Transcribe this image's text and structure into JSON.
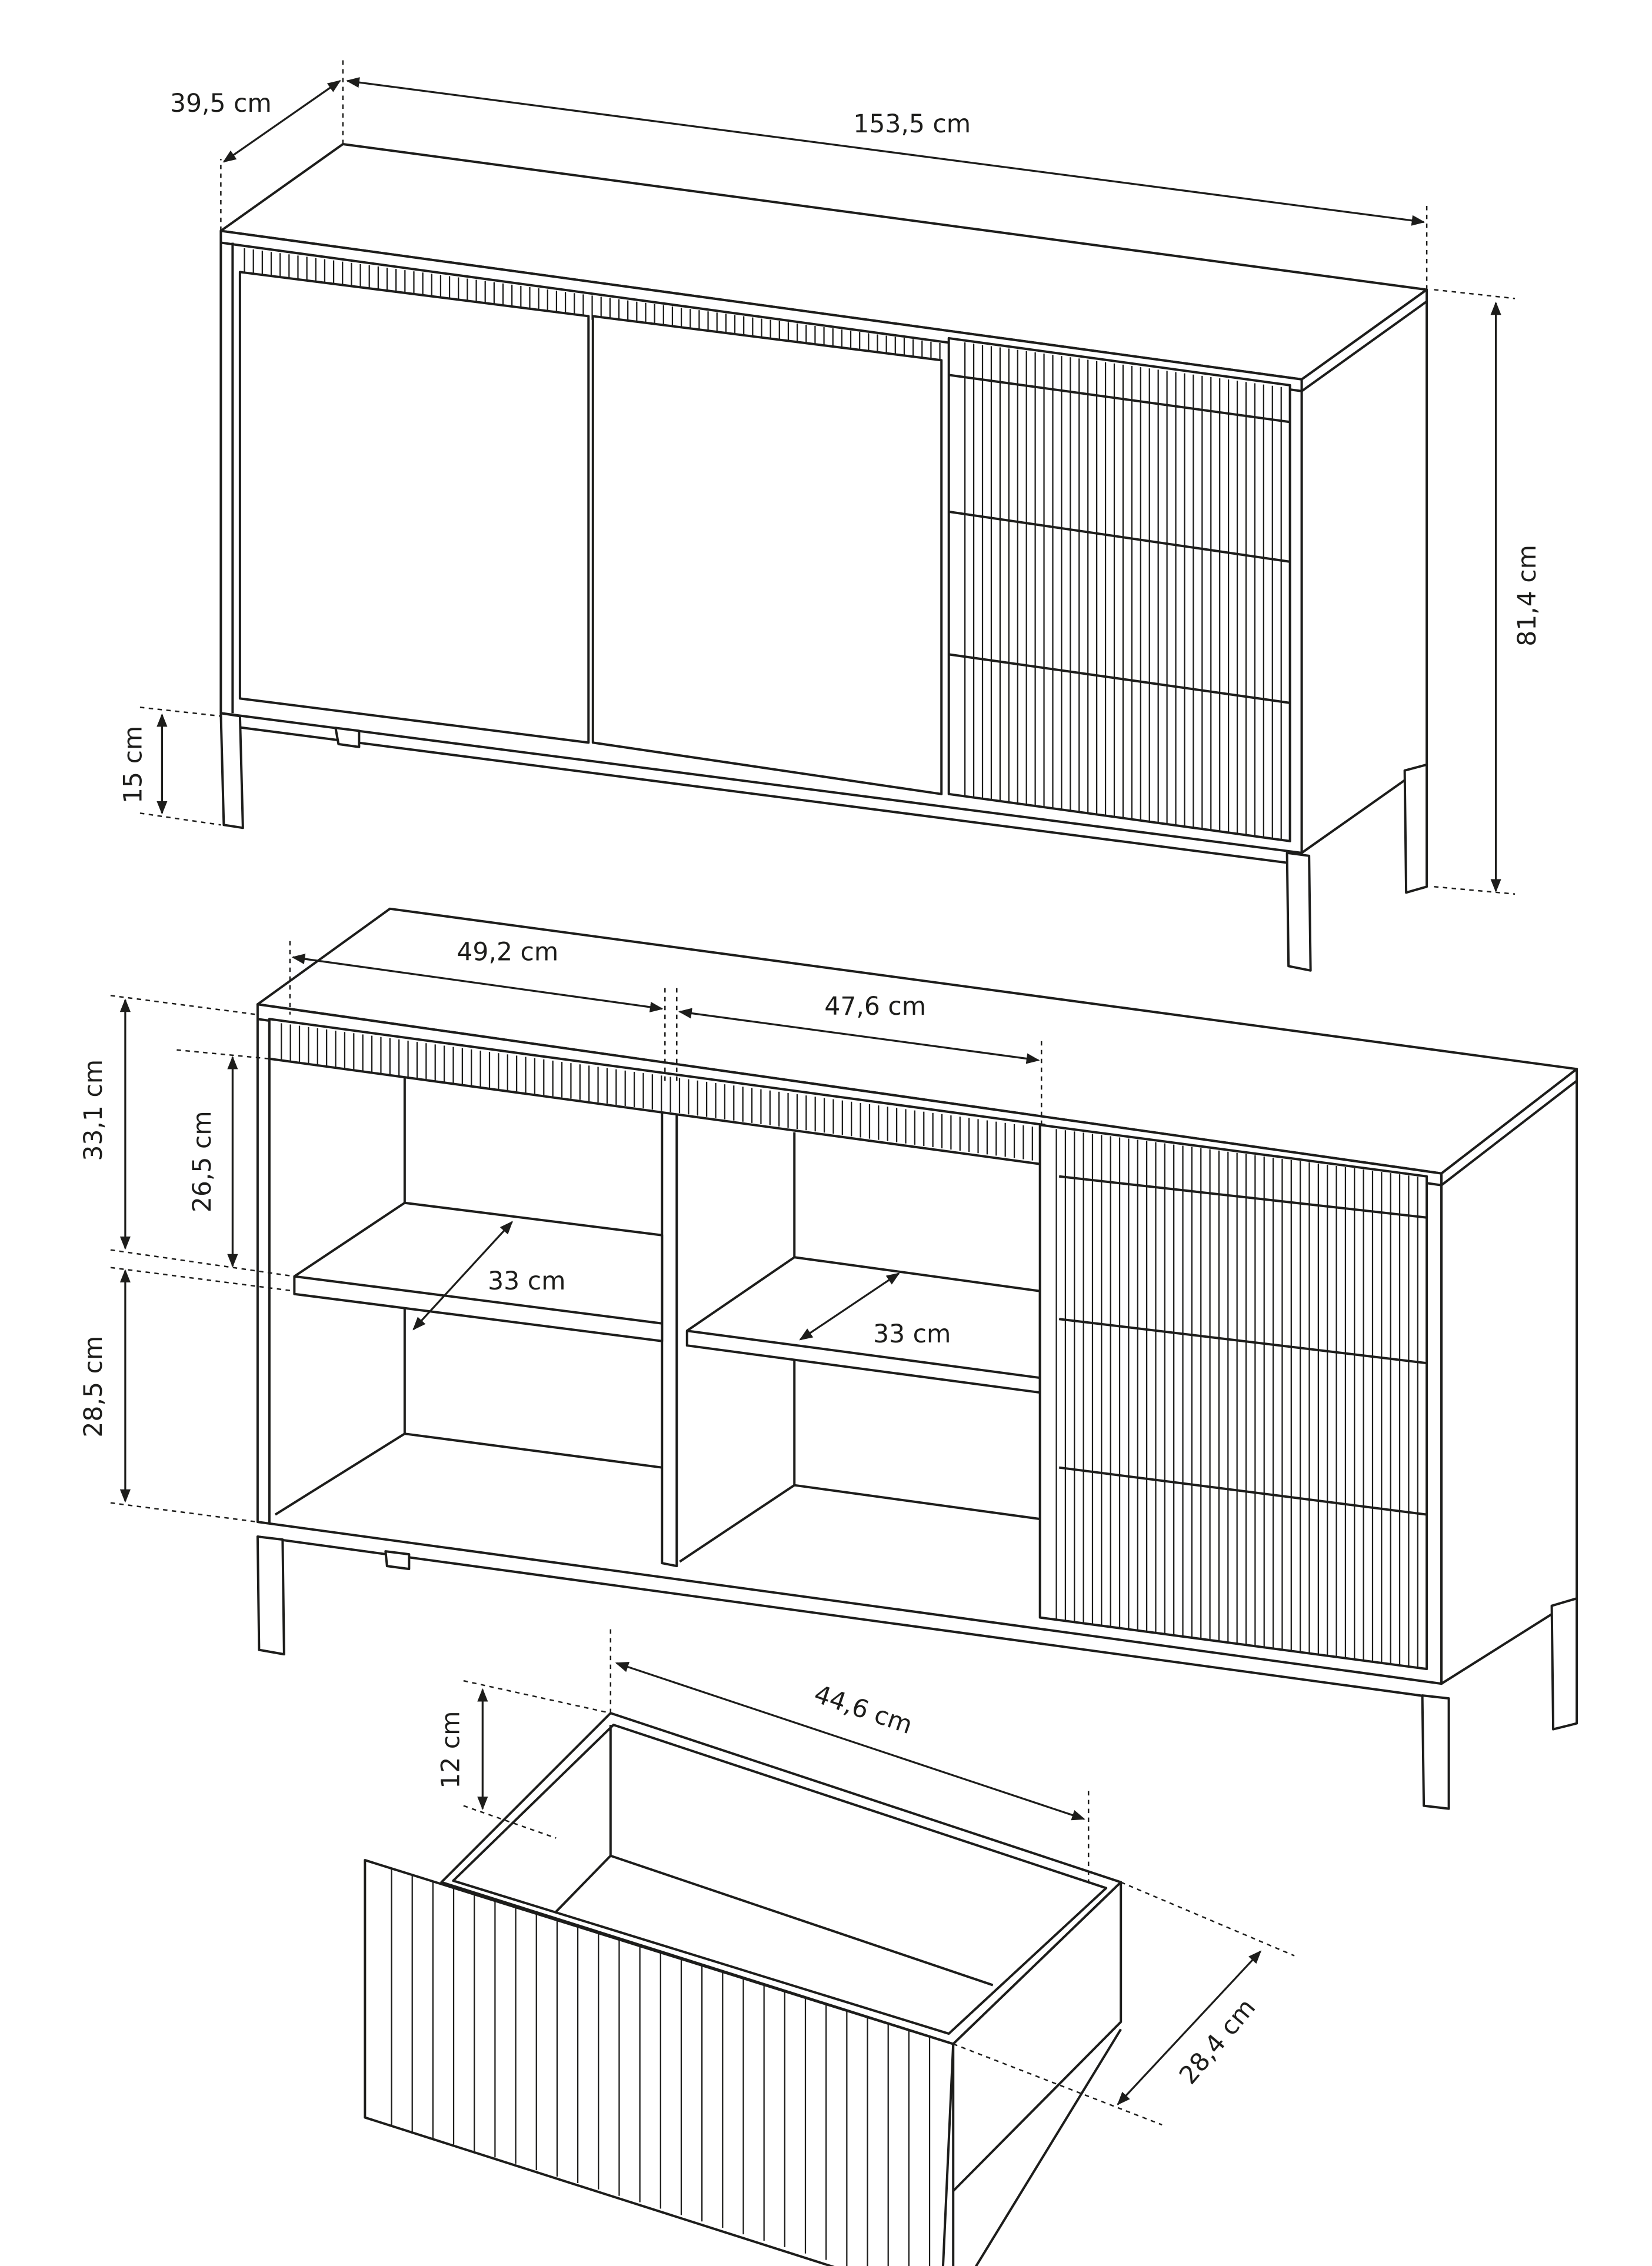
{
  "colors": {
    "line": "#1d1d1b",
    "background": "#ffffff"
  },
  "closed_sideboard": {
    "depth": "39,5 cm",
    "width": "153,5 cm",
    "height": "81,4 cm",
    "leg_height": "15 cm"
  },
  "open_sideboard": {
    "left_compartment_width": "49,2 cm",
    "middle_compartment_width": "47,6 cm",
    "upper_height": "33,1 cm",
    "upper_inner_height": "26,5 cm",
    "lower_height": "28,5 cm",
    "left_shelf_depth": "33 cm",
    "right_shelf_depth": "33 cm"
  },
  "drawer": {
    "height": "12 cm",
    "width": "44,6 cm",
    "depth": "28,4 cm"
  }
}
